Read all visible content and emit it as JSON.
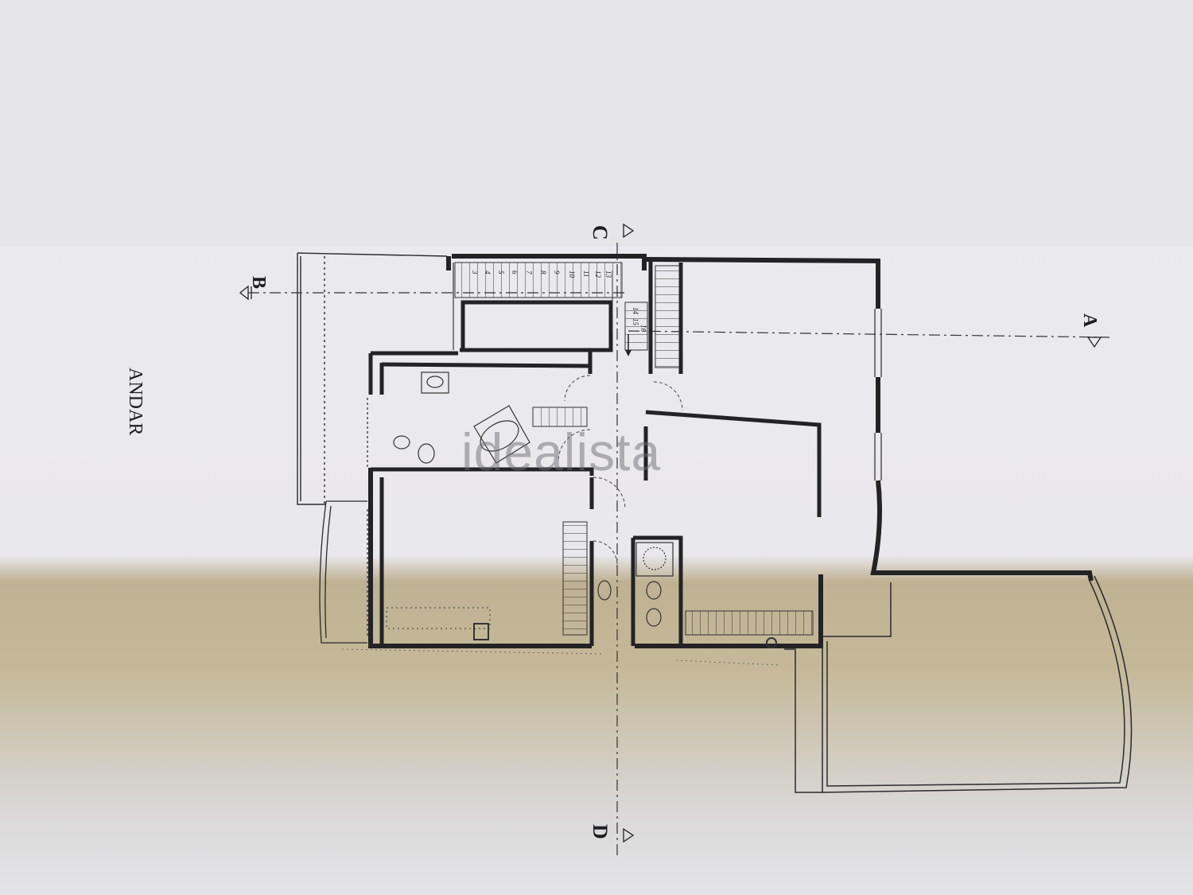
{
  "diagram": {
    "title": "ANDAR",
    "section_labels": {
      "a": "A",
      "b": "B",
      "c": "C",
      "d": "D"
    },
    "stair_steps_top": [
      "13",
      "12",
      "11",
      "10",
      "9",
      "8",
      "7",
      "6",
      "5",
      "4",
      "3"
    ],
    "stair_steps_bottom": [
      "14",
      "15",
      "16"
    ],
    "watermark": "idealista"
  },
  "colors": {
    "paper": "#ececef",
    "shadow": "#b3a584",
    "wall": "#262629",
    "line": "#3a3a3e"
  }
}
